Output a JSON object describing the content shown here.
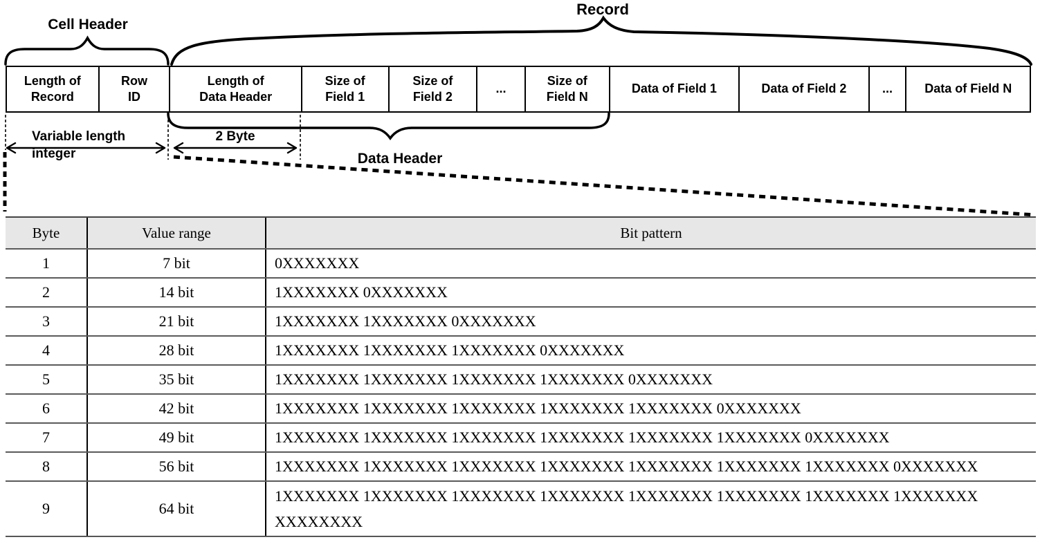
{
  "diagram": {
    "braces": {
      "cell_header": "Cell Header",
      "record": "Record",
      "data_header": "Data Header"
    },
    "annotations": {
      "variable_length_line1": "Variable length",
      "variable_length_line2": "integer",
      "two_byte": "2 Byte"
    },
    "cells": [
      {
        "line1": "Length of",
        "line2": "Record"
      },
      {
        "line1": "Row",
        "line2": "ID"
      },
      {
        "line1": "Length of",
        "line2": "Data Header"
      },
      {
        "line1": "Size of",
        "line2": "Field 1"
      },
      {
        "line1": "Size of",
        "line2": "Field 2"
      },
      {
        "line1": "..."
      },
      {
        "line1": "Size of",
        "line2": "Field N"
      },
      {
        "line1": "Data of Field 1"
      },
      {
        "line1": "Data of Field 2"
      },
      {
        "line1": "..."
      },
      {
        "line1": "Data of Field N"
      }
    ]
  },
  "table": {
    "headers": {
      "byte": "Byte",
      "range": "Value range",
      "pattern": "Bit pattern"
    },
    "rows": [
      {
        "byte": "1",
        "range": "7 bit",
        "pattern": "0XXXXXXX"
      },
      {
        "byte": "2",
        "range": "14 bit",
        "pattern": "1XXXXXXX 0XXXXXXX"
      },
      {
        "byte": "3",
        "range": "21 bit",
        "pattern": "1XXXXXXX 1XXXXXXX 0XXXXXXX"
      },
      {
        "byte": "4",
        "range": "28 bit",
        "pattern": "1XXXXXXX 1XXXXXXX 1XXXXXXX 0XXXXXXX"
      },
      {
        "byte": "5",
        "range": "35 bit",
        "pattern": "1XXXXXXX 1XXXXXXX 1XXXXXXX 1XXXXXXX 0XXXXXXX"
      },
      {
        "byte": "6",
        "range": "42 bit",
        "pattern": "1XXXXXXX 1XXXXXXX 1XXXXXXX 1XXXXXXX 1XXXXXXX 0XXXXXXX"
      },
      {
        "byte": "7",
        "range": "49 bit",
        "pattern": "1XXXXXXX 1XXXXXXX 1XXXXXXX 1XXXXXXX 1XXXXXXX 1XXXXXXX 0XXXXXXX"
      },
      {
        "byte": "8",
        "range": "56 bit",
        "pattern": "1XXXXXXX 1XXXXXXX 1XXXXXXX 1XXXXXXX 1XXXXXXX 1XXXXXXX 1XXXXXXX 0XXXXXXX"
      },
      {
        "byte": "9",
        "range": "64 bit",
        "pattern": "1XXXXXXX 1XXXXXXX 1XXXXXXX 1XXXXXXX 1XXXXXXX 1XXXXXXX 1XXXXXXX 1XXXXXXX",
        "pattern2": "XXXXXXXX"
      }
    ]
  },
  "colors": {
    "line_color": "#000000",
    "table_header_bg": "#e7e7e7",
    "background": "#ffffff"
  }
}
